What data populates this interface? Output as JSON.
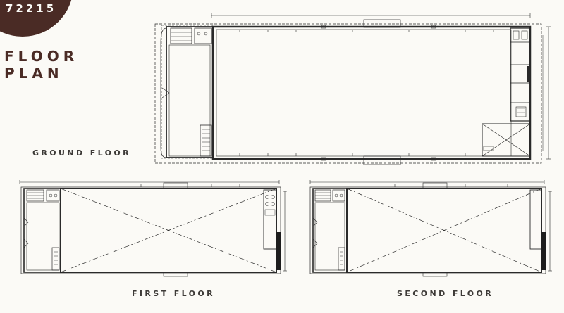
{
  "header": {
    "code": "72215",
    "title_line1": "FLOOR",
    "title_line2": "PLAN"
  },
  "floors": {
    "ground": {
      "label": "GROUND FLOOR"
    },
    "first": {
      "label": "FIRST FLOOR"
    },
    "second": {
      "label": "SECOND FLOOR"
    }
  },
  "colors": {
    "brand": "#4a2b25",
    "background": "#fbfaf6",
    "line": "#2a2a2a"
  }
}
